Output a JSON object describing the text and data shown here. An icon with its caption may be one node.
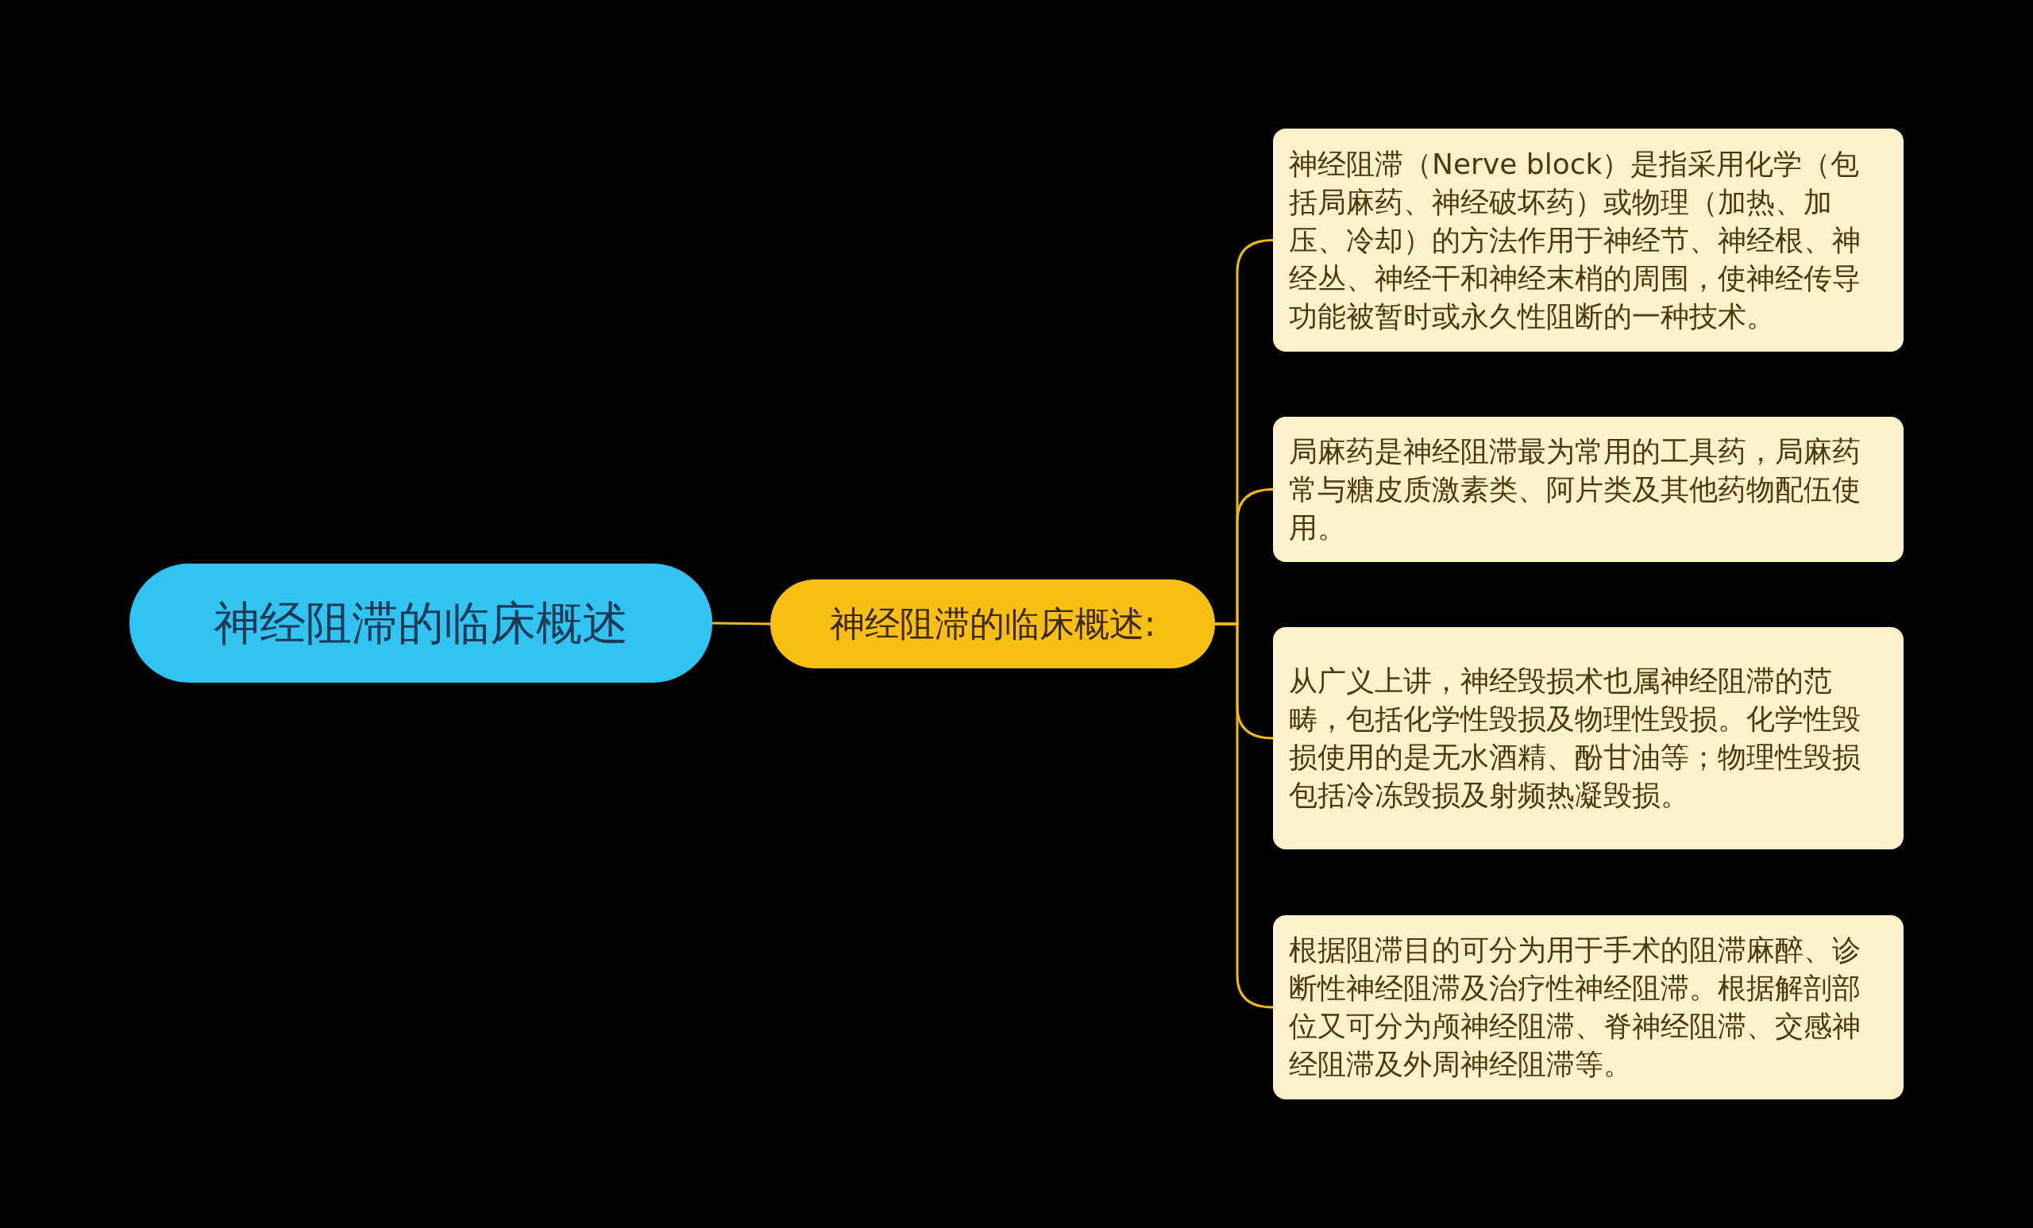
{
  "diagram": {
    "nodes": [
      {
        "text": [
          "神经阻滞的临床概述"
        ]
      },
      {
        "text": [
          "神经阻滞的临床概述:"
        ]
      },
      {
        "text": [
          "神经阻滞（Nerve block）是指采用化学（包括局麻药、神经破坏药）或物理（加热、加压、冷却）的方法作用于神经节、神经根、神经丛、神经干和神经末梢的周围，使神经传导功能被暂时或永久性阻断的一种技术。"
        ]
      },
      {
        "text": [
          "局麻药是神经阻滞最为常用的工具药，局麻药常与糖皮质激素类、阿片类及其他药物配伍使用。"
        ]
      },
      {
        "text": [
          "从广义上讲，神经毁损术也属神经阻滞的范畴，包括化学性毁损及物理性毁损。化学性毁损使用的是无水酒精、酚甘油等；物理性毁损包括冷冻毁损及射频热凝毁损。"
        ]
      },
      {
        "text": [
          "根据阻滞目的可分为用于手术的阻滞麻醉、诊断性神经阻滞及治疗性神经阻滞。根据解剖部位又可分为颅神经阻滞、脊神经阻滞、交感神经阻滞及外周神经阻滞等。"
        ]
      }
    ],
    "edges": [
      {
        "from": 0,
        "to": 1,
        "arrow": "none"
      },
      {
        "from": 1,
        "to": 2,
        "arrow": "none"
      },
      {
        "from": 1,
        "to": 3,
        "arrow": "none"
      },
      {
        "from": 1,
        "to": 4,
        "arrow": "none"
      },
      {
        "from": 1,
        "to": 5,
        "arrow": "none"
      }
    ]
  }
}
